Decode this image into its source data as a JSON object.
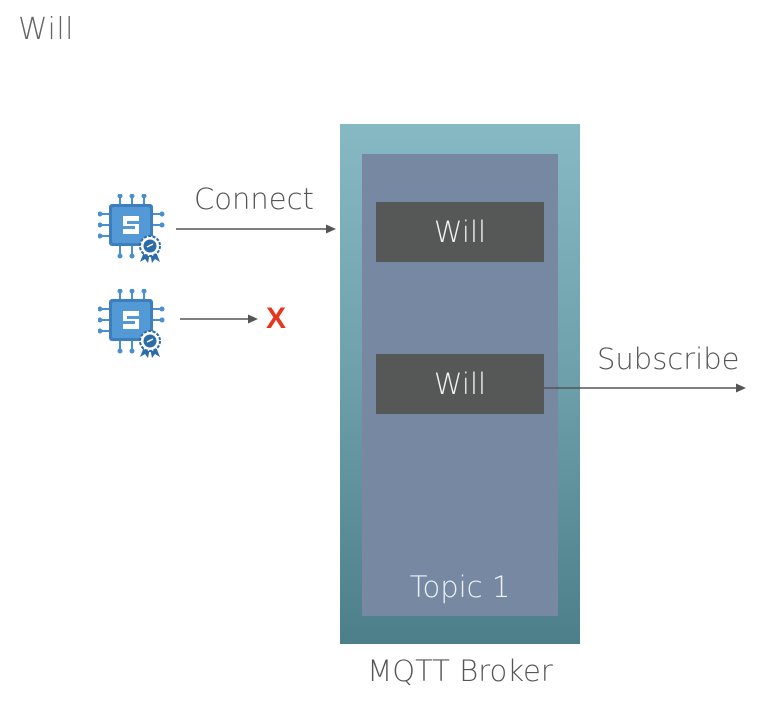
{
  "title": "Will",
  "broker": {
    "label": "MQTT Broker",
    "topic_label": "Topic 1",
    "messages": [
      "Will",
      "Will"
    ]
  },
  "edges": {
    "connect_label": "Connect",
    "subscribe_label": "Subscribe",
    "failed_mark": "X"
  },
  "icons": {
    "device": "iot-device-icon",
    "disconnect": "x-mark-icon"
  },
  "colors": {
    "broker_top": "#86b9c4",
    "broker_bottom": "#4c7f89",
    "topic": "#7789a2",
    "message": "#555856",
    "device": "#4a8fcf",
    "x_mark": "#e8351f",
    "arrow": "#555555"
  }
}
